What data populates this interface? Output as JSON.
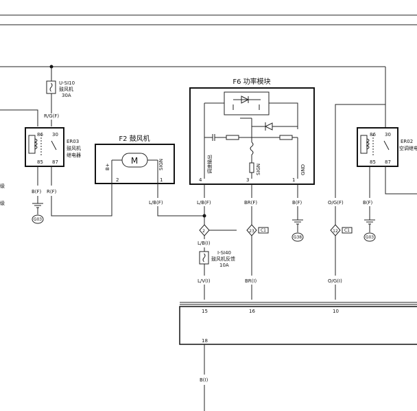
{
  "components": {
    "f2_title": "F2 鼓风机",
    "f6_title": "F6 功率模块",
    "er03_id": "ER03",
    "er03_line1": "鼓风机",
    "er03_line2": "继电器",
    "er02_id": "ER02",
    "er02_line1": "空调继电",
    "usi10_id": "U-SI10",
    "usi10_line1": "鼓风机",
    "usi10_line2": "30A",
    "isi40_id": "I-SI40",
    "isi40_line1": "鼓风机反馈",
    "isi40_line2": "10A",
    "motor_symbol": "M"
  },
  "f2_pins": {
    "bplus": "B+",
    "sign": "SIGN",
    "pin2": "2",
    "pin1": "1"
  },
  "f6_pins": {
    "speed_out": "调速输出",
    "sign": "SIGN",
    "gnd": "GND",
    "pin4": "4",
    "pin3": "3",
    "pin1": "1"
  },
  "relay_pins": {
    "p86": "86",
    "p30": "30",
    "p85": "85",
    "p87": "87"
  },
  "wires": {
    "rg_f": "R/G(F)",
    "er03_b": "B(F)",
    "er03_r": "R(F)",
    "f2_lb": "L/B(F)",
    "f6_lb": "L/B(F)",
    "f6_br": "BR(F)",
    "f6_b": "B(F)",
    "og_f": "O/G(F)",
    "er02_b": "B(F)",
    "lb_i": "L/B(I)",
    "lv_i": "L/V(I)",
    "br_i": "BR(I)",
    "og_i": "O/G(I)",
    "b_i": "B(I)"
  },
  "connectors": {
    "c2": "2",
    "c23": "23",
    "c12": "12",
    "c1a": "C1",
    "c1b": "C1"
  },
  "grounds": {
    "g03_left": "G03",
    "g38": "G38",
    "g03_right": "G03"
  },
  "bottom_pins": {
    "p15": "15",
    "p16": "16",
    "p10": "10",
    "p18": "18"
  },
  "edge_text": {
    "left1": "级",
    "left2": "级"
  }
}
